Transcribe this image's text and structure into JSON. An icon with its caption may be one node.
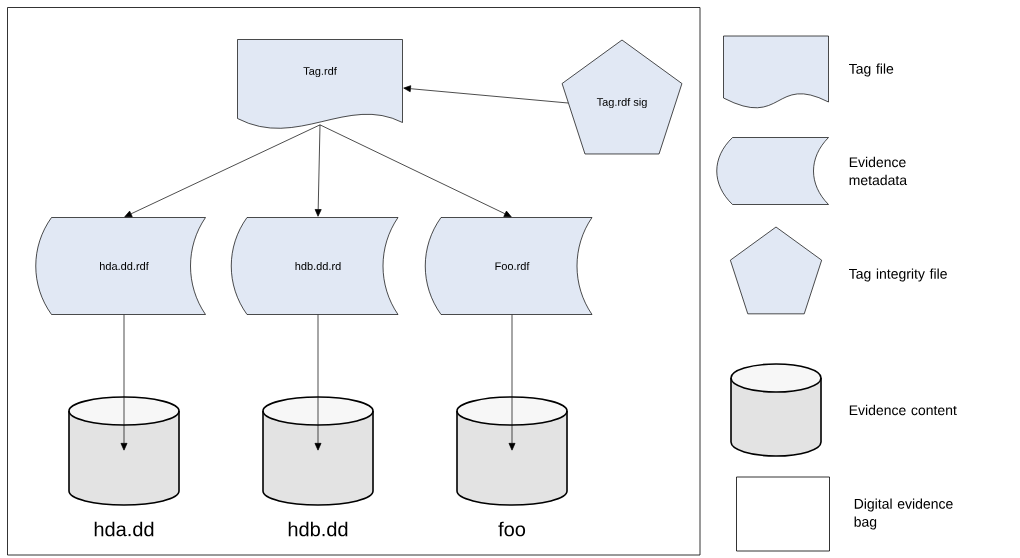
{
  "diagram": {
    "nodes": [
      {
        "text": [],
        "shape": "box"
      },
      {
        "text": [
          "Tag.rdf"
        ],
        "in": 0
      },
      {
        "text": [
          "Tag.rdf sig"
        ],
        "in": 0
      },
      {
        "text": [
          "hda.dd.rdf"
        ],
        "in": 0
      },
      {
        "text": [
          "hdb.dd.rd"
        ],
        "in": 0
      },
      {
        "text": [
          "Foo.rdf"
        ],
        "in": 0
      },
      {
        "text": [
          "hda.dd"
        ],
        "in": 0
      },
      {
        "text": [
          "hdb.dd"
        ],
        "in": 0
      },
      {
        "text": [
          "foo"
        ],
        "in": 0
      }
    ],
    "edges": [
      {
        "from": 2,
        "to": 1,
        "arrow": "to"
      },
      {
        "from": 1,
        "to": 3,
        "arrow": "to"
      },
      {
        "from": 1,
        "to": 4,
        "arrow": "to"
      },
      {
        "from": 1,
        "to": 5,
        "arrow": "to"
      },
      {
        "from": 3,
        "to": 6,
        "arrow": "to"
      },
      {
        "from": 4,
        "to": 7,
        "arrow": "to"
      },
      {
        "from": 5,
        "to": 8,
        "arrow": "to"
      }
    ],
    "legend": [
      {
        "text": "Tag file"
      },
      {
        "text": "Evidence metadata"
      },
      {
        "text": "Tag integrity file"
      },
      {
        "text": "Evidence content"
      },
      {
        "text": "Digital evidence bag"
      }
    ]
  }
}
